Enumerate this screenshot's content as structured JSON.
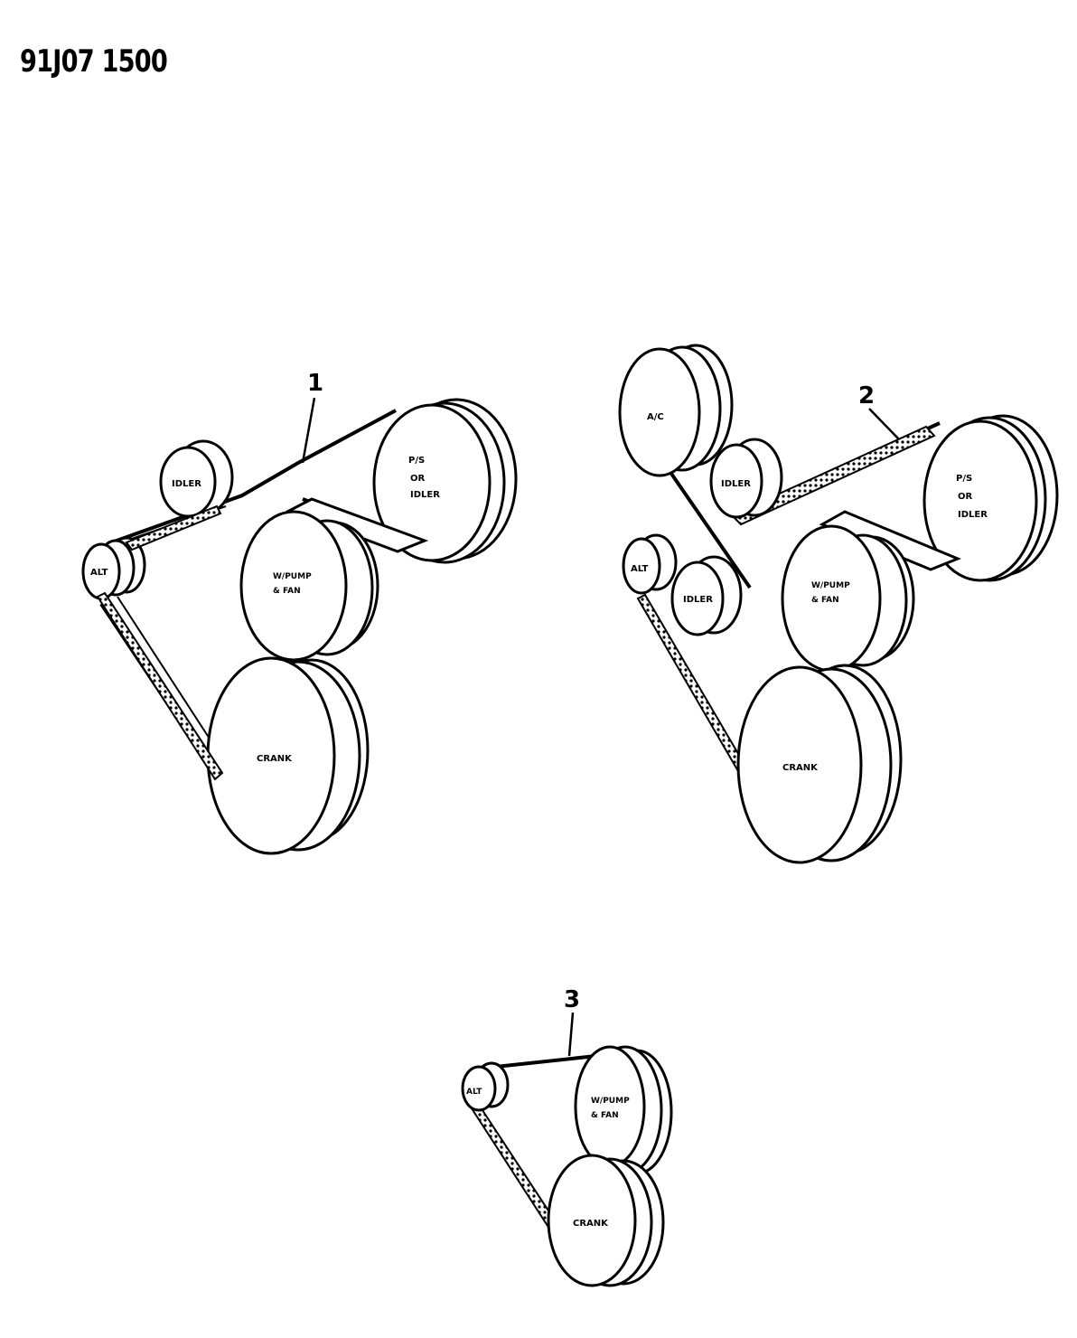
{
  "header": {
    "code": "91J07 1500"
  },
  "diagrams": [
    {
      "callout": "1",
      "pulleys": {
        "alt": "ALT",
        "idler": "IDLER",
        "ps_idler": [
          "P/S",
          "OR",
          "IDLER"
        ],
        "wpump": [
          "W/PUMP",
          "& FAN"
        ],
        "crank": "CRANK"
      }
    },
    {
      "callout": "2",
      "pulleys": {
        "ac": "A/C",
        "idler_top": "IDLER",
        "ps_idler": [
          "P/S",
          "OR",
          "IDLER"
        ],
        "alt": "ALT",
        "idler_low": "IDLER",
        "wpump": [
          "W/PUMP",
          "& FAN"
        ],
        "crank": "CRANK"
      }
    },
    {
      "callout": "3",
      "pulleys": {
        "alt": "ALT",
        "wpump": [
          "W/PUMP",
          "& FAN"
        ],
        "crank": "CRANK"
      }
    }
  ]
}
